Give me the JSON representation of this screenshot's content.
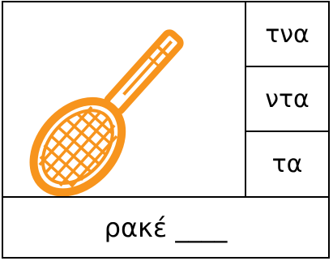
{
  "image": {
    "icon": "tennis-racket-icon",
    "color": "#f7941d"
  },
  "options": [
    {
      "label": "τνα"
    },
    {
      "label": "ντα"
    },
    {
      "label": "τα"
    }
  ],
  "word": {
    "text": "ρακέ ____"
  }
}
